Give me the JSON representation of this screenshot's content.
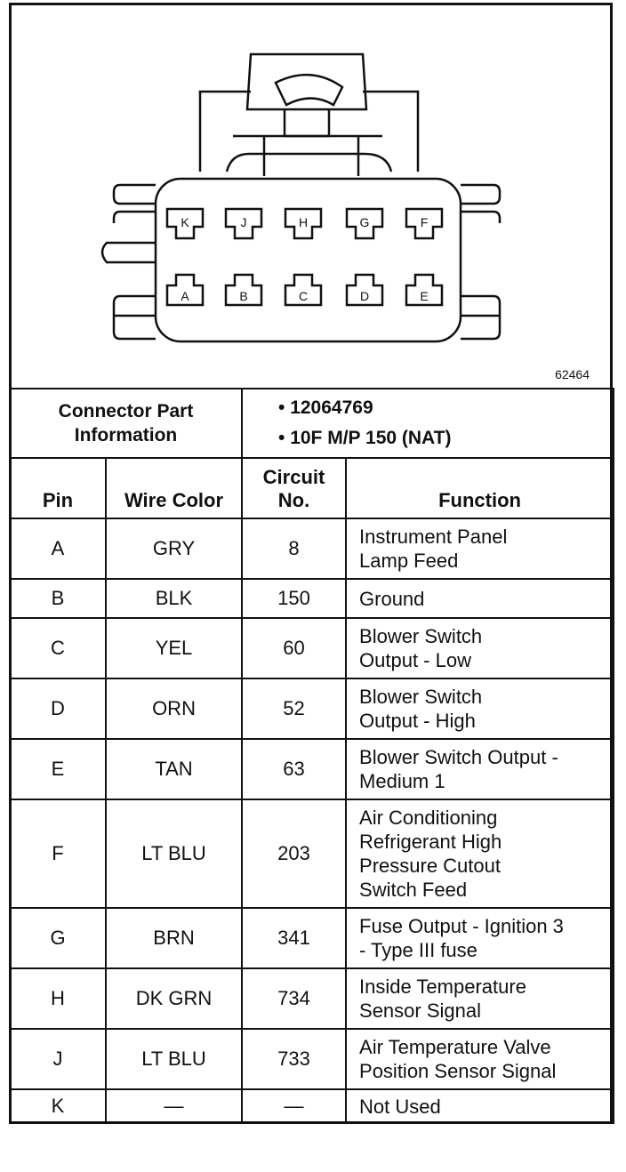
{
  "diagram": {
    "ref_number": "62464",
    "pins_top": [
      "K",
      "J",
      "H",
      "G",
      "F"
    ],
    "pins_bottom": [
      "A",
      "B",
      "C",
      "D",
      "E"
    ]
  },
  "connector_info": {
    "label": "Connector Part Information",
    "values": [
      "• 12064769",
      "• 10F M/P 150 (NAT)"
    ]
  },
  "columns": {
    "pin": "Pin",
    "wire_color": "Wire Color",
    "circuit_line1": "Circuit",
    "circuit_line2": "No.",
    "function": "Function"
  },
  "rows": [
    {
      "pin": "A",
      "color": "GRY",
      "circuit": "8",
      "function": [
        "Instrument Panel",
        "Lamp Feed"
      ]
    },
    {
      "pin": "B",
      "color": "BLK",
      "circuit": "150",
      "function": [
        "Ground"
      ]
    },
    {
      "pin": "C",
      "color": "YEL",
      "circuit": "60",
      "function": [
        "Blower Switch",
        "Output - Low"
      ]
    },
    {
      "pin": "D",
      "color": "ORN",
      "circuit": "52",
      "function": [
        "Blower Switch",
        "Output - High"
      ]
    },
    {
      "pin": "E",
      "color": "TAN",
      "circuit": "63",
      "function": [
        "Blower Switch Output -",
        "Medium 1"
      ]
    },
    {
      "pin": "F",
      "color": "LT BLU",
      "circuit": "203",
      "function": [
        "Air Conditioning",
        "Refrigerant High",
        "Pressure Cutout",
        "Switch Feed"
      ]
    },
    {
      "pin": "G",
      "color": "BRN",
      "circuit": "341",
      "function": [
        "Fuse Output - Ignition 3",
        "- Type III fuse"
      ]
    },
    {
      "pin": "H",
      "color": "DK GRN",
      "circuit": "734",
      "function": [
        "Inside Temperature",
        "Sensor Signal"
      ]
    },
    {
      "pin": "J",
      "color": "LT BLU",
      "circuit": "733",
      "function": [
        "Air Temperature Valve",
        "Position Sensor Signal"
      ]
    },
    {
      "pin": "K",
      "color": "—",
      "circuit": "—",
      "function": [
        "Not Used"
      ]
    }
  ]
}
